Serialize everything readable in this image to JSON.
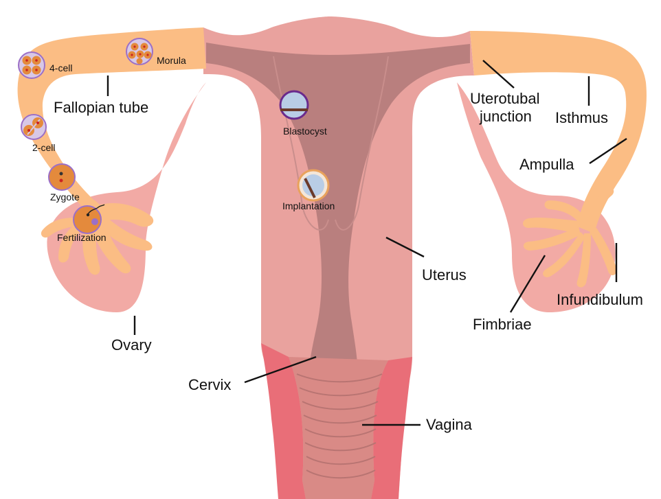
{
  "diagram": {
    "colors": {
      "tube": "#fbbd84",
      "uterus_body": "#e9a29e",
      "uterus_outline": "#e6a29e",
      "cavity": "#b97f7e",
      "vagina_wall": "#e96e78",
      "vagina_inner": "#d98a86",
      "ovary": "#f2aaa5",
      "cell_fill": "#e48a3c",
      "cell_ring": "#9b6fc7",
      "blastocyst_fill": "#b9cde6"
    },
    "labels": {
      "fallopian_tube": "Fallopian tube",
      "ovary": "Ovary",
      "cervix": "Cervix",
      "vagina": "Vagina",
      "uterus": "Uterus",
      "uterotubal_junction_line1": "Uterotubal",
      "uterotubal_junction_line2": "junction",
      "isthmus": "Isthmus",
      "ampulla": "Ampulla",
      "infundibulum": "Infundibulum",
      "fimbriae": "Fimbriae"
    },
    "stages": {
      "morula": "Morula",
      "four_cell": "4-cell",
      "two_cell": "2-cell",
      "zygote": "Zygote",
      "fertilization": "Fertilization",
      "blastocyst": "Blastocyst",
      "implantation": "Implantation"
    }
  }
}
